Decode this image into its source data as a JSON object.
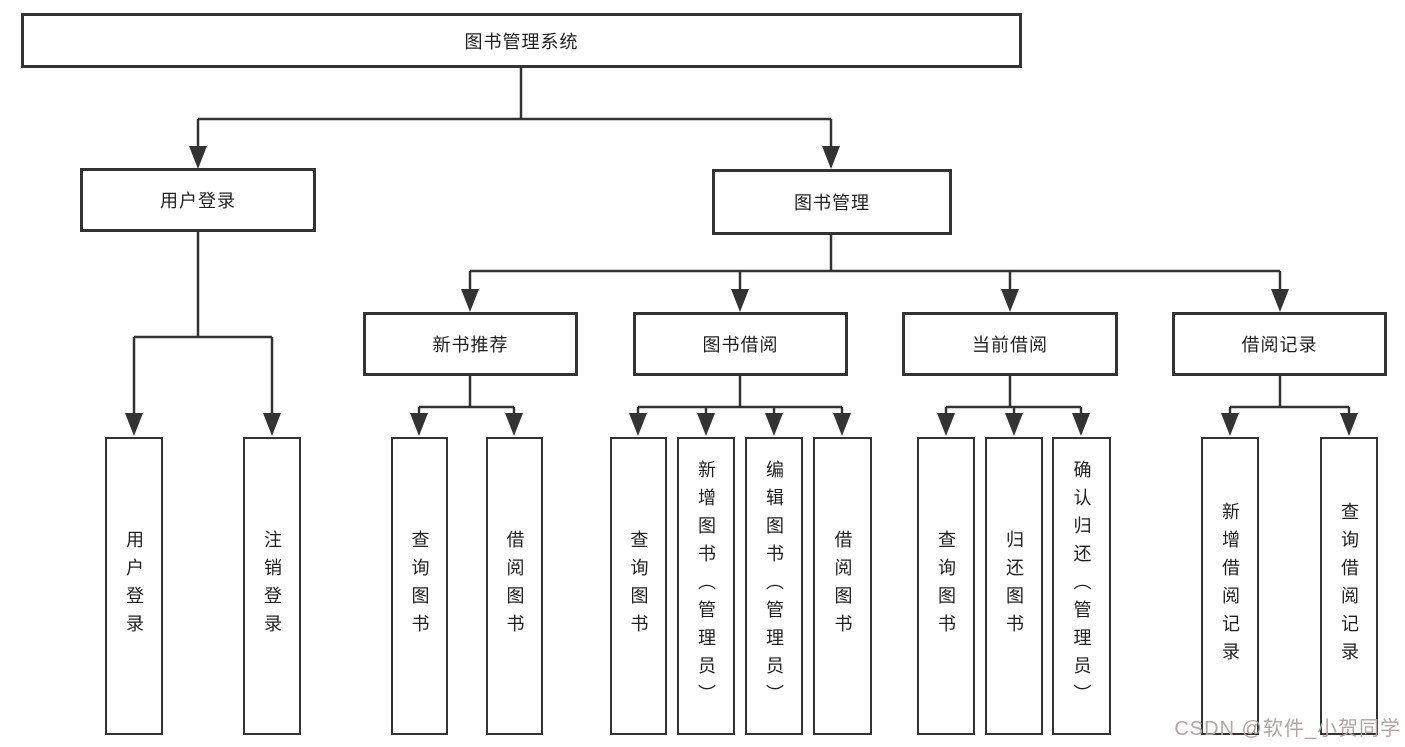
{
  "diagram": {
    "title": "图书管理系统",
    "root": {
      "label": "图书管理系统"
    },
    "branches": [
      {
        "label": "用户登录",
        "children": [
          {
            "label": "用户登录"
          },
          {
            "label": "注销登录"
          }
        ]
      },
      {
        "label": "图书管理",
        "children": [
          {
            "label": "新书推荐",
            "children": [
              {
                "label": "查询图书"
              },
              {
                "label": "借阅图书"
              }
            ]
          },
          {
            "label": "图书借阅",
            "children": [
              {
                "label": "查询图书"
              },
              {
                "label": "新增图书（管理员）"
              },
              {
                "label": "编辑图书（管理员）"
              },
              {
                "label": "借阅图书"
              }
            ]
          },
          {
            "label": "当前借阅",
            "children": [
              {
                "label": "查询图书"
              },
              {
                "label": "归还图书"
              },
              {
                "label": "确认归还（管理员）"
              }
            ]
          },
          {
            "label": "借阅记录",
            "children": [
              {
                "label": "新增借阅记录"
              },
              {
                "label": "查询借阅记录"
              }
            ]
          }
        ]
      }
    ],
    "colors": {
      "line": "#333333",
      "text": "#1f1f1f",
      "box_background": "#ffffff",
      "page_background": "#ffffff",
      "watermark": "#b2a4a4"
    }
  },
  "watermark": {
    "text": "CSDN @软件_小贺同学"
  }
}
